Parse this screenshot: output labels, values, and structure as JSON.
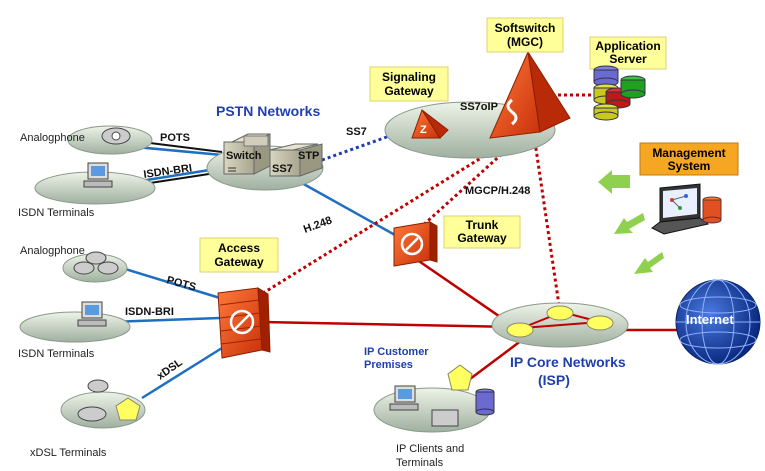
{
  "networks": {
    "pstn": "PSTN Networks",
    "ip_core_line1": "IP Core Networks",
    "ip_core_line2": "(ISP)",
    "internet": "Internet",
    "ip_customer_line1": "IP Customer",
    "ip_customer_line2": "Premises"
  },
  "devices": {
    "softswitch_line1": "Softswitch",
    "softswitch_line2": "(MGC)",
    "app_server_line1": "Application",
    "app_server_line2": "Server",
    "signaling_gw_line1": "Signaling",
    "signaling_gw_line2": "Gateway",
    "mgmt_line1": "Management",
    "mgmt_line2": "System",
    "trunk_gw_line1": "Trunk",
    "trunk_gw_line2": "Gateway",
    "access_gw_line1": "Access",
    "access_gw_line2": "Gateway",
    "switch": "Switch",
    "stp": "STP",
    "ss7_box": "SS7"
  },
  "terminals": {
    "analog_top": "Analogphone",
    "isdn_top": "ISDN Terminals",
    "analog_bottom": "Analogphone",
    "isdn_bottom": "ISDN Terminals",
    "xdsl": "xDSL Terminals",
    "ip_clients_line1": "IP Clients and",
    "ip_clients_line2": "Terminals"
  },
  "links": {
    "pots_top": "POTS",
    "isdn_bri_top": "ISDN-BRI",
    "ss7": "SS7",
    "ss7oip": "SS7oIP",
    "mgcp": "MGCP/H.248",
    "h248": "H.248",
    "pots_bottom": "POTS",
    "isdn_bri_bottom": "ISDN-BRI",
    "xdsl": "xDSL"
  },
  "colors": {
    "ip_link": "#c00000",
    "pstn_link": "#1f6fc0",
    "ss7_link": "#1f3fb0",
    "callout": "#ffff99",
    "mgmt_box": "#f5a623",
    "arrow": "#8fd14f",
    "net_text": "#1f3fb0"
  }
}
